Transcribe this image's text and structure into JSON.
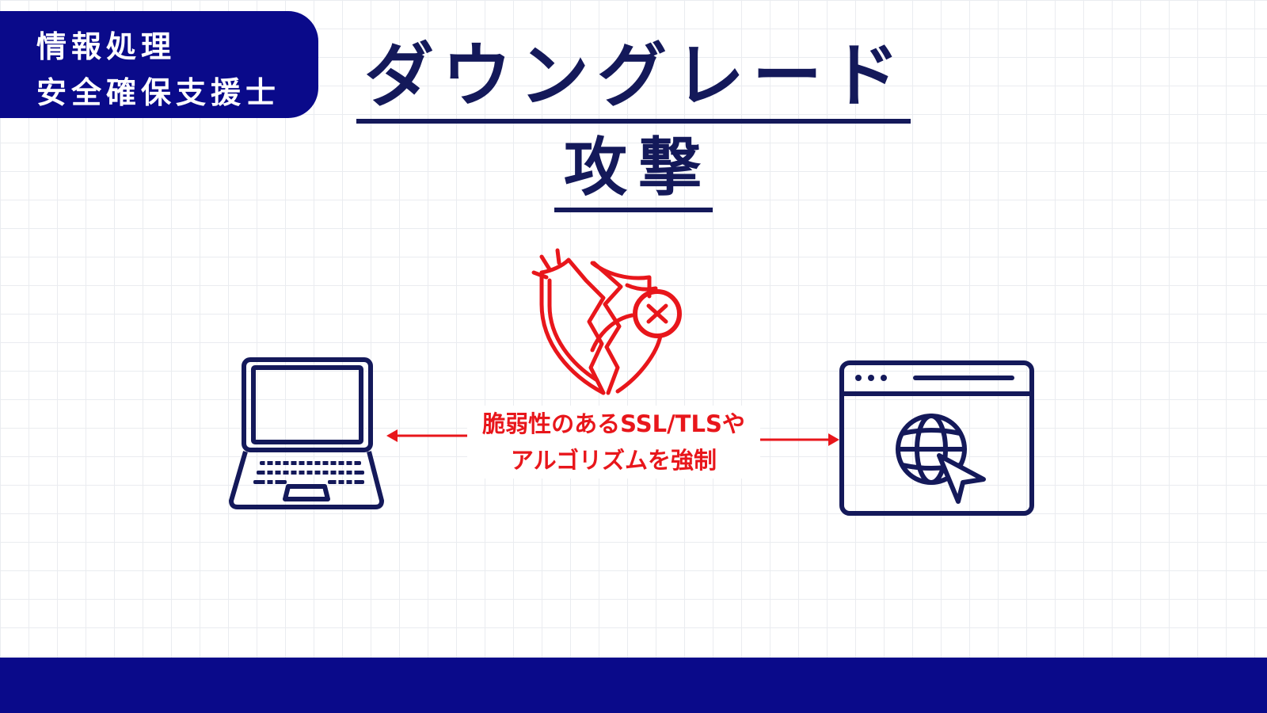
{
  "badge": {
    "line1": "情報処理",
    "line2": "安全確保支援士"
  },
  "title": {
    "line1": "ダウングレード",
    "line2": "攻撃"
  },
  "diagram": {
    "caption_line1": "脆弱性のあるSSL/TLSや",
    "caption_line2": "アルゴリズムを強制"
  },
  "colors": {
    "navy": "#14195a",
    "banner": "#0a0a8a",
    "accent": "#e8161b"
  },
  "icons": [
    "laptop-icon",
    "broken-shield-icon",
    "browser-globe-icon"
  ]
}
